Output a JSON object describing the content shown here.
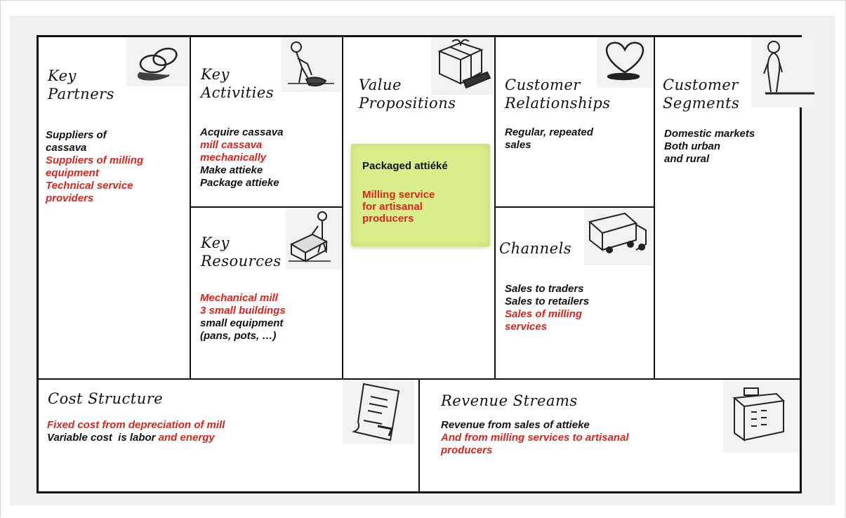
{
  "canvas": {
    "key_partners": {
      "title": [
        "Key",
        "Partners"
      ],
      "lines": [
        {
          "text": "Suppliers of",
          "color": "black"
        },
        {
          "text": "cassava",
          "color": "black"
        },
        {
          "text": "Suppliers of milling",
          "color": "red"
        },
        {
          "text": "equipment",
          "color": "red"
        },
        {
          "text": "Technical service",
          "color": "red"
        },
        {
          "text": "providers",
          "color": "red"
        }
      ],
      "icon": "rings-icon"
    },
    "key_activities": {
      "title": [
        "Key",
        "Activities"
      ],
      "lines": [
        {
          "text": "Acquire  cassava",
          "color": "black"
        },
        {
          "text": "mill cassava",
          "color": "red"
        },
        {
          "text": "mechanically",
          "color": "red"
        },
        {
          "text": "Make attieke",
          "color": "black"
        },
        {
          "text": "Package attieke",
          "color": "black"
        }
      ],
      "icon": "worker-icon"
    },
    "key_resources": {
      "title": [
        "Key",
        "Resources"
      ],
      "lines": [
        {
          "text": "Mechanical mill",
          "color": "red"
        },
        {
          "text": "3 small buildings",
          "color": "red"
        },
        {
          "text": "small  equipment",
          "color": "black"
        },
        {
          "text": "(pans, pots, …)",
          "color": "black"
        }
      ],
      "icon": "forklift-icon"
    },
    "value_propositions": {
      "title": [
        "Value",
        "Propositions"
      ],
      "note_lines": [
        {
          "text": "Packaged attiéké",
          "color": "black"
        },
        {
          "text": "Milling service",
          "color": "red"
        },
        {
          "text": "for artisanal",
          "color": "red"
        },
        {
          "text": "producers",
          "color": "red"
        }
      ],
      "icon": "gift-icon"
    },
    "customer_relationships": {
      "title": [
        "Customer",
        "Relationships"
      ],
      "lines": [
        {
          "text": "Regular, repeated",
          "color": "black"
        },
        {
          "text": "sales",
          "color": "black"
        }
      ],
      "icon": "heart-icon"
    },
    "channels": {
      "title": [
        "Channels"
      ],
      "lines": [
        {
          "text": "Sales to traders",
          "color": "black"
        },
        {
          "text": "Sales to retailers",
          "color": "black"
        },
        {
          "text": "Sales of milling",
          "color": "red"
        },
        {
          "text": "services",
          "color": "red"
        }
      ],
      "icon": "truck-icon"
    },
    "customer_segments": {
      "title": [
        "Customer",
        "Segments"
      ],
      "lines": [
        {
          "text": "Domestic markets",
          "color": "black"
        },
        {
          "text": "Both urban",
          "color": "black"
        },
        {
          "text": "and rural",
          "color": "black"
        }
      ],
      "icon": "person-icon"
    },
    "cost_structure": {
      "title": [
        "Cost  Structure"
      ],
      "line1_red": "Fixed cost from depreciation  of mill",
      "line2_black": "Variable cost  is labor ",
      "line2_red": "and energy",
      "icon": "receipt-icon"
    },
    "revenue_streams": {
      "title": [
        "Revenue  Streams"
      ],
      "lines": [
        {
          "text": "Revenue from sales of attieke",
          "color": "black"
        },
        {
          "text": "And from milling services to artisanal",
          "color": "red"
        },
        {
          "text": "producers",
          "color": "red"
        }
      ],
      "icon": "cash-register-icon"
    }
  },
  "colors": {
    "red": "#d9261c",
    "black": "#111111",
    "note_green": "#d9ee8a"
  }
}
